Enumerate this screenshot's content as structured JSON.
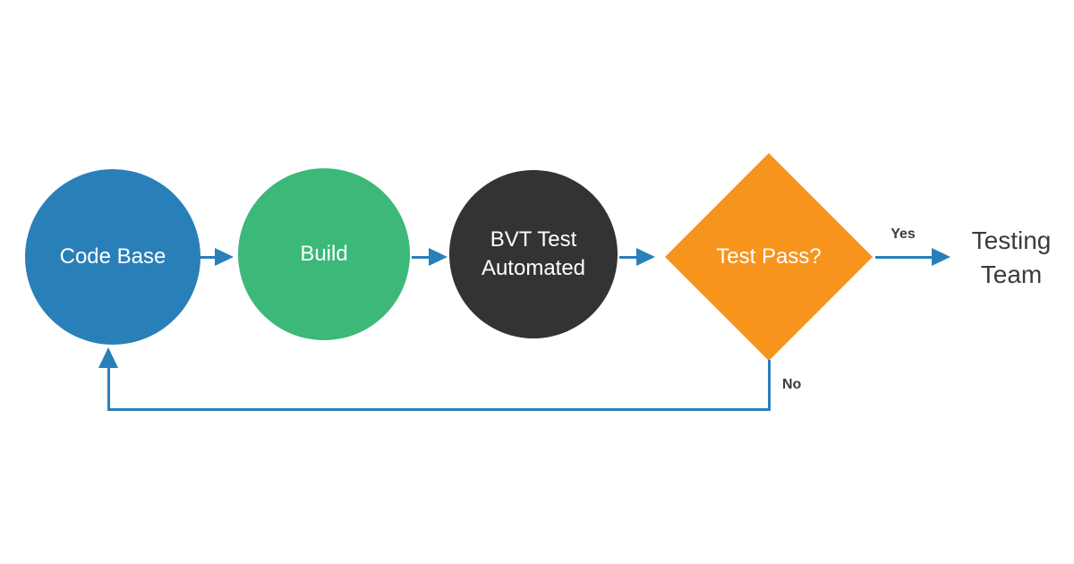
{
  "diagram": {
    "type": "flowchart",
    "nodes": {
      "code_base": {
        "label": "Code Base",
        "shape": "circle",
        "color": "#2980b9"
      },
      "build": {
        "label": "Build",
        "shape": "circle",
        "color": "#3cb878"
      },
      "bvt_test": {
        "label": "BVT Test Automated",
        "shape": "circle",
        "color": "#333333"
      },
      "test_pass": {
        "label": "Test Pass?",
        "shape": "diamond",
        "color": "#f7941e"
      },
      "testing_team": {
        "label": "Testing Team",
        "shape": "text"
      }
    },
    "edges": {
      "code_base_to_build": {
        "from": "code_base",
        "to": "build"
      },
      "build_to_bvt": {
        "from": "build",
        "to": "bvt_test"
      },
      "bvt_to_test_pass": {
        "from": "bvt_test",
        "to": "test_pass"
      },
      "yes_branch": {
        "from": "test_pass",
        "to": "testing_team",
        "label": "Yes"
      },
      "no_branch": {
        "from": "test_pass",
        "to": "code_base",
        "label": "No"
      }
    },
    "colors": {
      "arrow": "#2980b9",
      "label_text": "#3b3b3b",
      "background": "#ffffff"
    }
  }
}
